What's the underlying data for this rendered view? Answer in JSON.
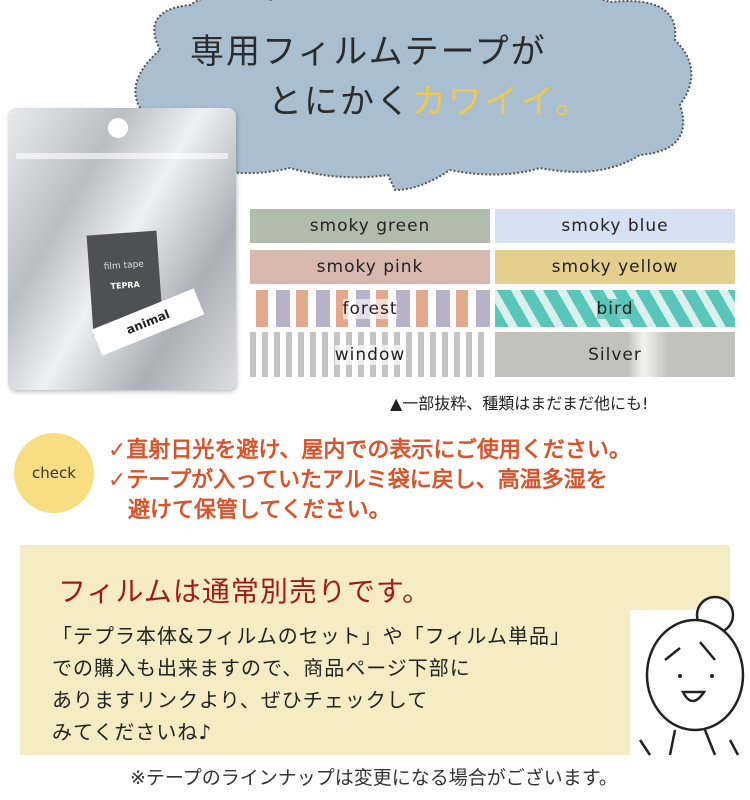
{
  "header": {
    "line1": "専用フィルムテープが",
    "line2_prefix": "とにかく",
    "line2_highlight": "カワイイ。"
  },
  "colors": {
    "bubble": "#a9bfcf",
    "highlight": "#f2c84b",
    "check_text": "#d9532b",
    "check_badge": "#f8dd82",
    "info_bg": "#f6ecc4",
    "info_title": "#a11a1a"
  },
  "product": {
    "label": "film tape",
    "brand": "TEPRA",
    "tape": "animal"
  },
  "tapes": [
    {
      "name": "smoky green",
      "color": "#b1bcac"
    },
    {
      "name": "smoky blue",
      "color": "#d6e2f3"
    },
    {
      "name": "smoky pink",
      "color": "#d8b7ae"
    },
    {
      "name": "smoky yellow",
      "color": "#e4cf8c"
    },
    {
      "name": "forest",
      "color": "pattern"
    },
    {
      "name": "bird",
      "color": "#58c6b8"
    },
    {
      "name": "window",
      "color": "pattern"
    },
    {
      "name": "silver",
      "label": "Silver",
      "color": "#c2c2bd"
    }
  ],
  "note": "▲一部抜粋、種類はまだまだ他にも!",
  "check": {
    "badge": "check",
    "lines": [
      "✓直射日光を避け、屋内での表示にご使用ください。",
      "✓テープが入っていたアルミ袋に戻し、高温多湿を",
      "避けて保管してください。"
    ]
  },
  "info": {
    "title": "フィルムは通常別売りです。",
    "lines": [
      "「テプラ本体&フィルムのセット」や「フィルム単品」",
      "での購入も出来ますので、商品ページ下部に",
      "ありますリンクより、ぜひチェックして",
      "みてくださいね♪"
    ]
  },
  "footer": "※テープのラインナップは変更になる場合がございます。"
}
